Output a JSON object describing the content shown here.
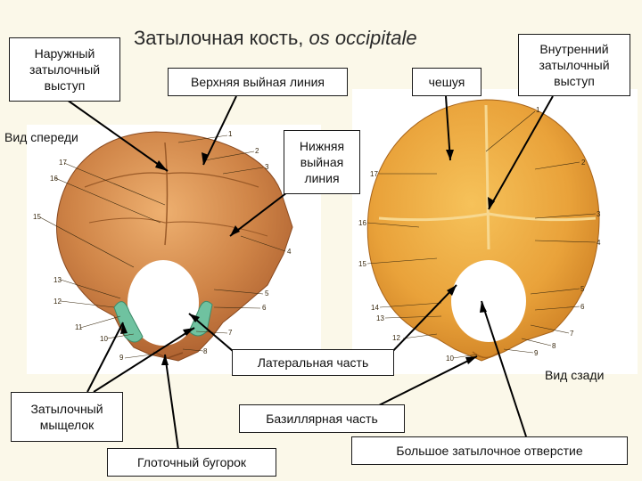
{
  "title": {
    "main": "Затылочная кость,",
    "latin": "os occipitale"
  },
  "views": {
    "front": "Вид спереди",
    "back": "Вид сзади"
  },
  "labels": {
    "external_protuberance": "Наружный затылочный выступ",
    "superior_nuchal_line": "Верхняя выйная линия",
    "squama": "чешуя",
    "internal_protuberance": "Внутренний затылочный выступ",
    "inferior_nuchal_line": "Нижняя выйная линия",
    "lateral_part": "Латеральная часть",
    "condyle": "Затылочный мыщелок",
    "basilar_part": "Базиллярная часть",
    "pharyngeal_tubercle": "Глоточный бугорок",
    "foramen_magnum": "Большое затылочное отверстие"
  },
  "numbers_front": [
    "1",
    "2",
    "3",
    "4",
    "5",
    "6",
    "7",
    "8",
    "9",
    "10",
    "11",
    "12",
    "13",
    "15",
    "16",
    "17"
  ],
  "numbers_back": [
    "1",
    "2",
    "3",
    "4",
    "5",
    "6",
    "7",
    "8",
    "9",
    "10",
    "12",
    "13",
    "14",
    "15",
    "16",
    "17"
  ],
  "colors": {
    "bone_front": "#d08a4a",
    "bone_back": "#e9a53c",
    "condyle": "#6fc2a0",
    "background": "#fbf8e9",
    "photo_bg": "#ffffff"
  }
}
